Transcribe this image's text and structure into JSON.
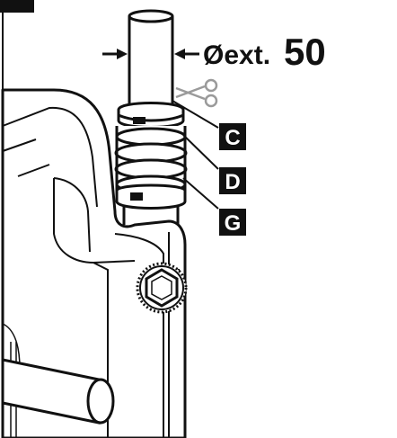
{
  "diameter": {
    "prefix": "Øext.",
    "value": "50"
  },
  "parts": [
    {
      "letter": "C"
    },
    {
      "letter": "D"
    },
    {
      "letter": "G"
    }
  ],
  "icons": {
    "scissors": "scissors-icon",
    "arrow_left": "arrow-right-icon",
    "arrow_right": "arrow-left-icon"
  },
  "colors": {
    "line": "#111111",
    "badge": "#111111",
    "badge_text": "#ffffff",
    "cut_mark": "#9a9a9a",
    "paper": "#ffffff"
  }
}
